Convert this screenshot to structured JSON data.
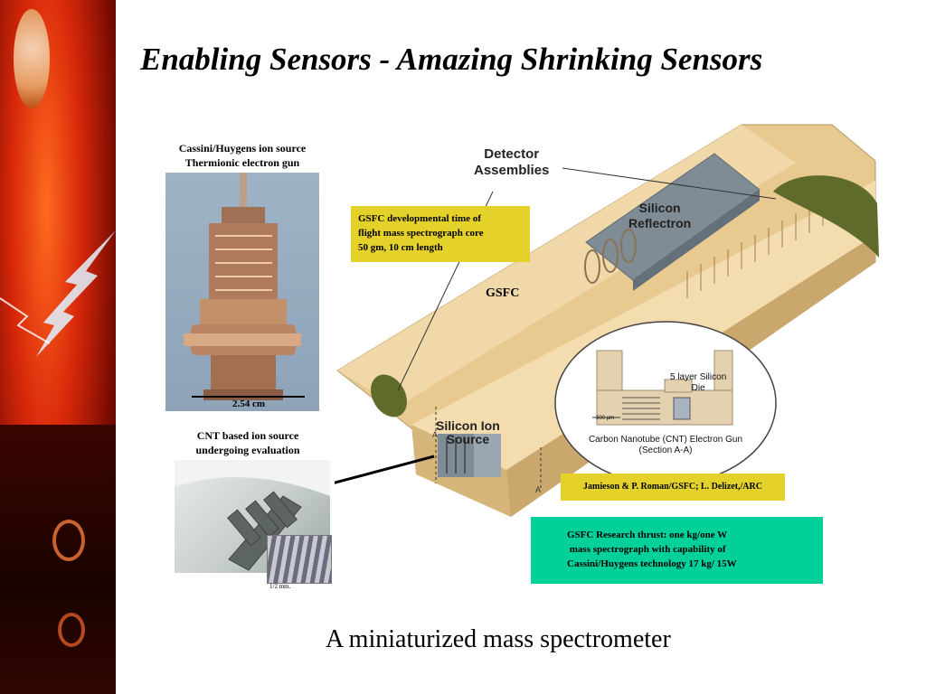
{
  "title": "Enabling Sensors - Amazing Shrinking Sensors",
  "left_panel": {
    "cassini_caption_line1": "Cassini/Huygens ion source",
    "cassini_caption_line2": "Thermionic electron gun",
    "scale_label": "2.54 cm",
    "cnt_caption_line1": "CNT based ion source",
    "cnt_caption_line2": "undergoing evaluation",
    "inset_scale_label": "1/2 mm."
  },
  "diagram": {
    "detector_label_line1": "Detector",
    "detector_label_line2": "Assemblies",
    "reflectron_label_line1": "Silicon",
    "reflectron_label_line2": "Reflectron",
    "ion_source_label_line1": "Silicon Ion",
    "ion_source_label_line2": "Source",
    "gsfc_label": "GSFC",
    "section_marker": "A",
    "inset": {
      "layer_label_line1": "5 layer Silicon",
      "layer_label_line2": "Die",
      "scale_label": "500 µm",
      "gun_label_line1": "Carbon Nanotube (CNT) Electron Gun",
      "gun_label_line2": "(Section A-A)"
    }
  },
  "callouts": {
    "dev_time_line1": "GSFC developmental time of",
    "dev_time_line2": "flight  mass spectrograph core",
    "dev_time_line3": "50 gm,  10 cm length",
    "credit": "Jamieson & P. Roman/GSFC; L. Delizet,/ARC",
    "research_line1": "GSFC Research thrust: one  kg/one W",
    "research_line2": " mass spectrograph with capability of",
    "research_line3": "Cassini/Huygens technology 17 kg/ 15W"
  },
  "footer_caption": "A miniaturized mass spectrometer",
  "colors": {
    "yellow_callout": "#e4d22a",
    "green_callout": "#00d09a",
    "device_body": "#e6c78d",
    "silicon_gray": "#7d8a92",
    "detector_olive": "#5f6b2b"
  }
}
